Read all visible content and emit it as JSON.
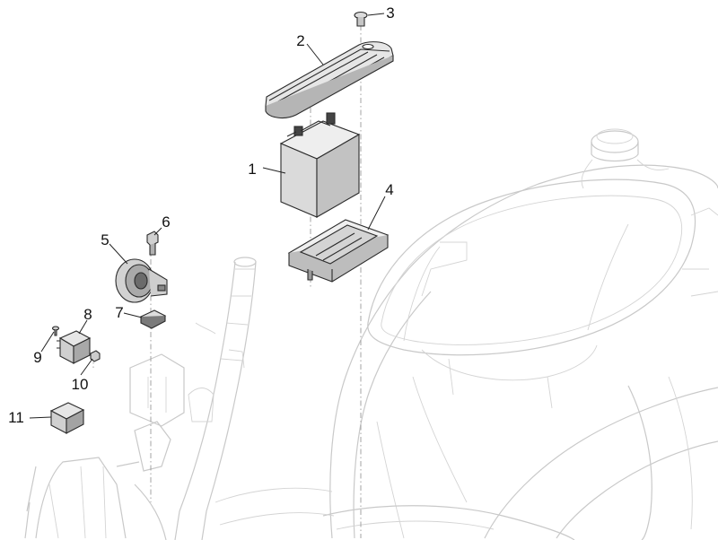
{
  "callouts": [
    {
      "id": "1",
      "text": "1"
    },
    {
      "id": "2",
      "text": "2"
    },
    {
      "id": "3",
      "text": "3"
    },
    {
      "id": "4",
      "text": "4"
    },
    {
      "id": "5",
      "text": "5"
    },
    {
      "id": "6",
      "text": "6"
    },
    {
      "id": "7",
      "text": "7"
    },
    {
      "id": "8",
      "text": "8"
    },
    {
      "id": "9",
      "text": "9"
    },
    {
      "id": "10",
      "text": "10"
    },
    {
      "id": "11",
      "text": "11"
    }
  ],
  "colors": {
    "part_fill": "#e3e3e3",
    "part_dark": "#9c9c9c",
    "ghost_line": "#c9c9c9",
    "ink": "#111111"
  },
  "icons": [
    "battery-icon",
    "battery-strap-icon",
    "screw-icon",
    "battery-tray-icon",
    "horn-icon",
    "relay-icon",
    "bracket-icon",
    "flasher-icon"
  ]
}
